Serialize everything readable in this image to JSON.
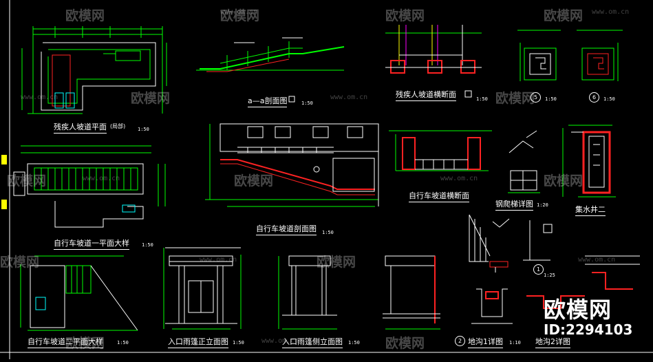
{
  "drawing": {
    "titles": {
      "ramp_plan": "残疾人坡道平面",
      "ramp_plan_note": "(局部)",
      "aa_section": "a—a剖面图",
      "ramp_cross_section": "残疾人坡道横断面",
      "bike_ramp_section": "自行车坡道剖面图",
      "bike_ramp_cross_section": "自行车坡道横断面",
      "bike_ramp_plan_1": "自行车坡道一平面大样",
      "bike_ramp_plan_2": "自行车坡道二平面大样",
      "entrance_canopy_front": "入口雨篷正立面图",
      "entrance_canopy_side": "入口雨篷侧立面图",
      "steel_ladder": "钢爬梯详图",
      "sump_2": "集水井二",
      "trench_1": "地沟1详图",
      "trench_2": "地沟2详图"
    },
    "scales": {
      "s50": "1:50",
      "s20": "1:20",
      "s25": "1:25",
      "s10": "1:10"
    },
    "detail_numbers": [
      "5",
      "6",
      "1",
      "2"
    ]
  },
  "watermark": {
    "brand": "欧模网",
    "url": "www.om.cn",
    "id_label": "ID:2294103"
  },
  "colors": {
    "background": "#000000",
    "dimension_green": "#00ff00",
    "wall_red": "#ff2020",
    "line_white": "#ffffff",
    "accent_cyan": "#00ffff",
    "accent_yellow": "#ffff00",
    "accent_magenta": "#ff00ff"
  }
}
